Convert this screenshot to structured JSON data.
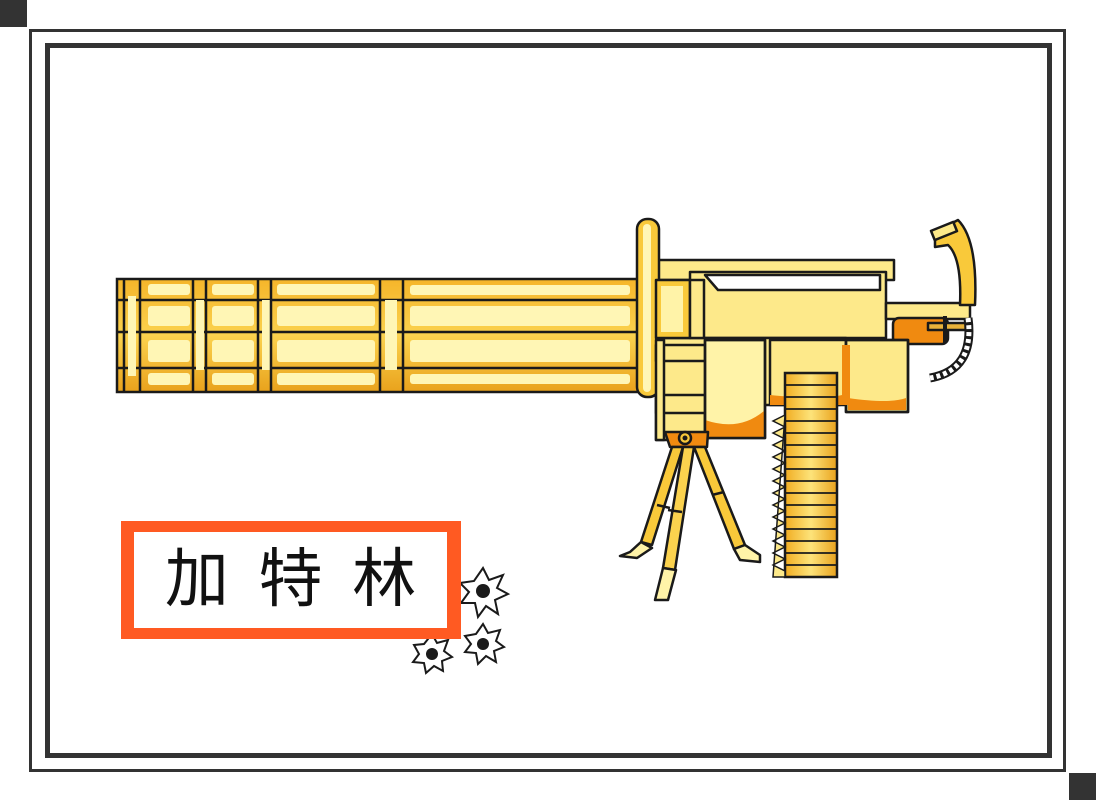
{
  "image": {
    "subject": "Hand-drawn golden Gatling gun on tripod",
    "background_color": "#ffffff",
    "frame_color": "#333333"
  },
  "label": {
    "chars": [
      "加",
      "特",
      "林"
    ],
    "text": "加特林",
    "border_color": "#ff5a22"
  },
  "palette": {
    "gold_light": "#fff3a8",
    "gold_mid": "#f9c93a",
    "gold_dark": "#e9a21c",
    "orange": "#f08a10",
    "outline": "#1a1a1a"
  },
  "decorations": {
    "bullet_holes": 3
  }
}
